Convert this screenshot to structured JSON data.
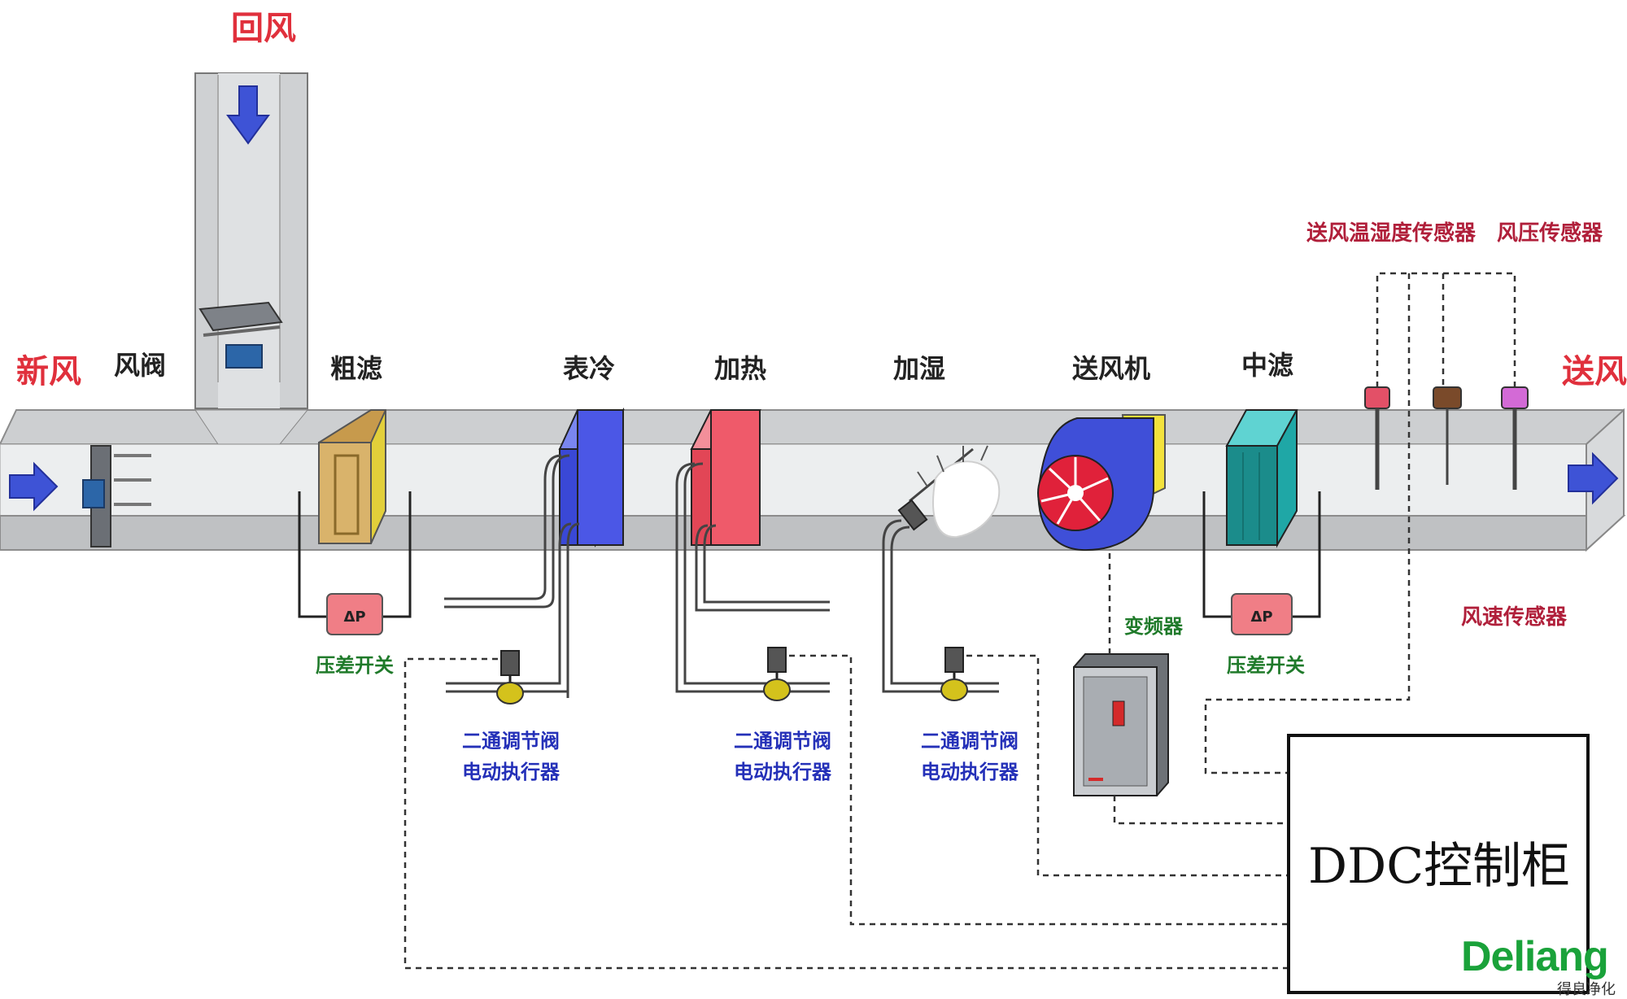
{
  "labels": {
    "return_air": "回风",
    "fresh_air": "新风",
    "damper": "风阀",
    "coarse_filter": "粗滤",
    "cooling_coil": "表冷",
    "heating_coil": "加热",
    "humidifier": "加湿",
    "supply_fan": "送风机",
    "medium_filter": "中滤",
    "supply_air": "送风"
  },
  "sensors": {
    "temp_humidity_sensor": "送风温湿度传感器",
    "air_pressure_sensor": "风压传感器",
    "air_speed_sensor": "风速传感器"
  },
  "annotations": {
    "pressure_switch_1": "压差开关",
    "pressure_switch_2": "压差开关",
    "valve_1": [
      "二通调节阀",
      "电动执行器"
    ],
    "valve_2": [
      "二通调节阀",
      "电动执行器"
    ],
    "valve_3": [
      "二通调节阀",
      "电动执行器"
    ],
    "frequency_converter": "变频器"
  },
  "controller": {
    "label": "DDC控制柜"
  },
  "logo": {
    "text": "Deliang",
    "sub": "得良净化",
    "color": "#1aa23a"
  },
  "colors": {
    "duct": "#d4d6d8",
    "coarse_filter": "#d9b36b",
    "cooling_coil": "#4b57e6",
    "heating_coil": "#ef5a6a",
    "medium_filter": "#1fa7a6",
    "fan": "#3f4fd8",
    "fan_inner": "#e0213a",
    "arrow": "#3e53d6",
    "label_red": "#e0303c"
  }
}
